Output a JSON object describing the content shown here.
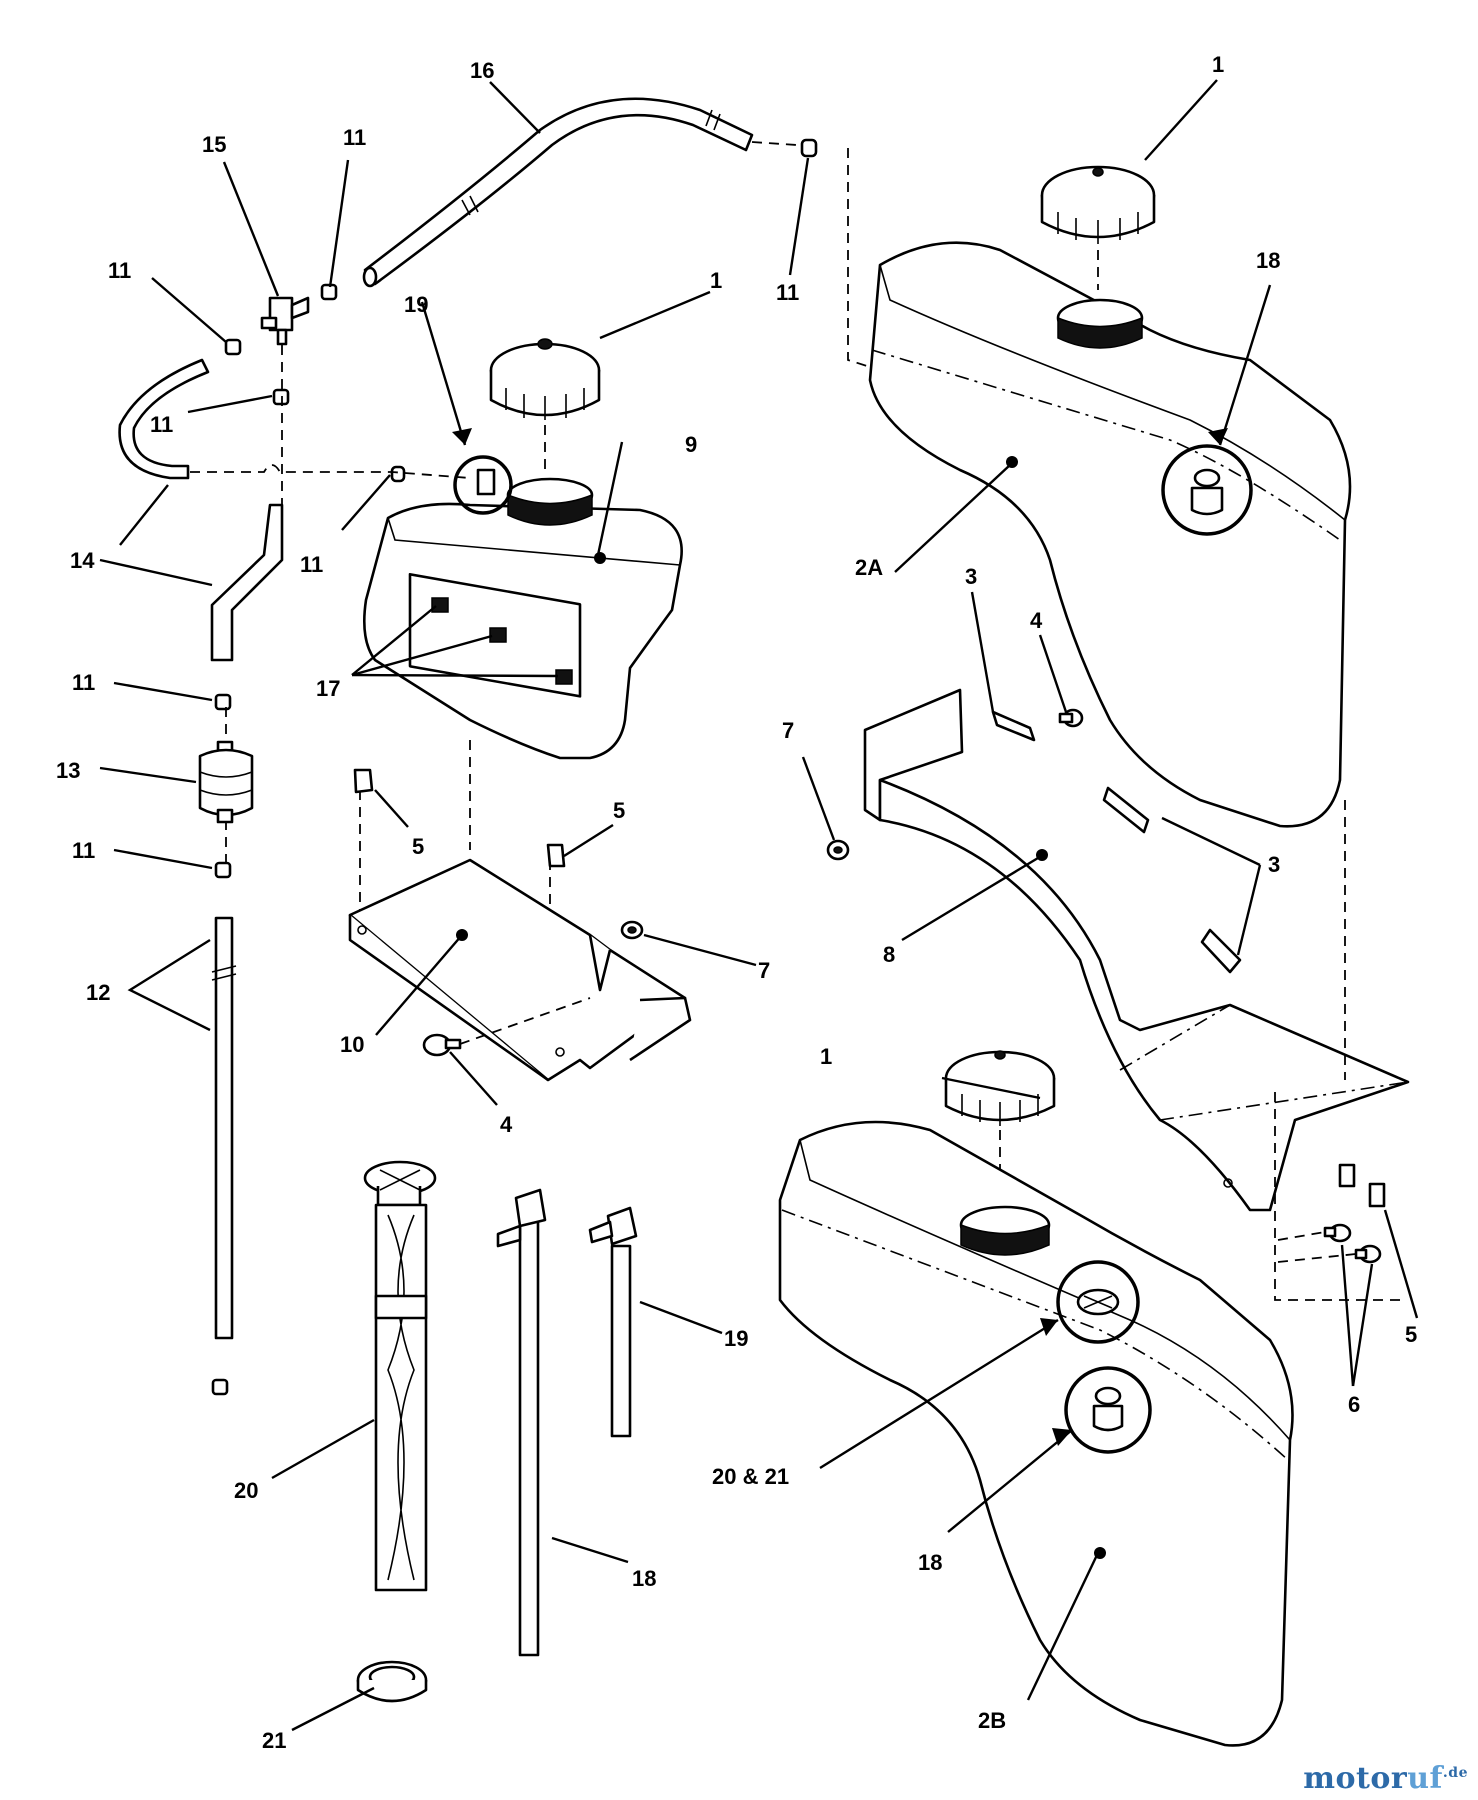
{
  "callouts": {
    "c1_top": "1",
    "c1_mid": "1",
    "c1_bot": "1",
    "c2a": "2A",
    "c2b": "2B",
    "c3_top": "3",
    "c3_right": "3",
    "c4_top": "4",
    "c4_bot": "4",
    "c5_a": "5",
    "c5_b": "5",
    "c5_c": "5",
    "c6": "6",
    "c7_a": "7",
    "c7_b": "7",
    "c8": "8",
    "c9": "9",
    "c10": "10",
    "c11_a": "11",
    "c11_b": "11",
    "c11_c": "11",
    "c11_d": "11",
    "c11_e": "11",
    "c11_f": "11",
    "c11_g": "11",
    "c12": "12",
    "c13": "13",
    "c14": "14",
    "c15": "15",
    "c16": "16",
    "c17": "17",
    "c18_a": "18",
    "c18_b": "18",
    "c18_c": "18",
    "c19_a": "19",
    "c19_b": "19",
    "c20": "20",
    "c20_21": "20 & 21",
    "c21": "21"
  },
  "watermark": {
    "brand_a": "motor",
    "brand_b": "uf",
    "suffix": ".de"
  }
}
